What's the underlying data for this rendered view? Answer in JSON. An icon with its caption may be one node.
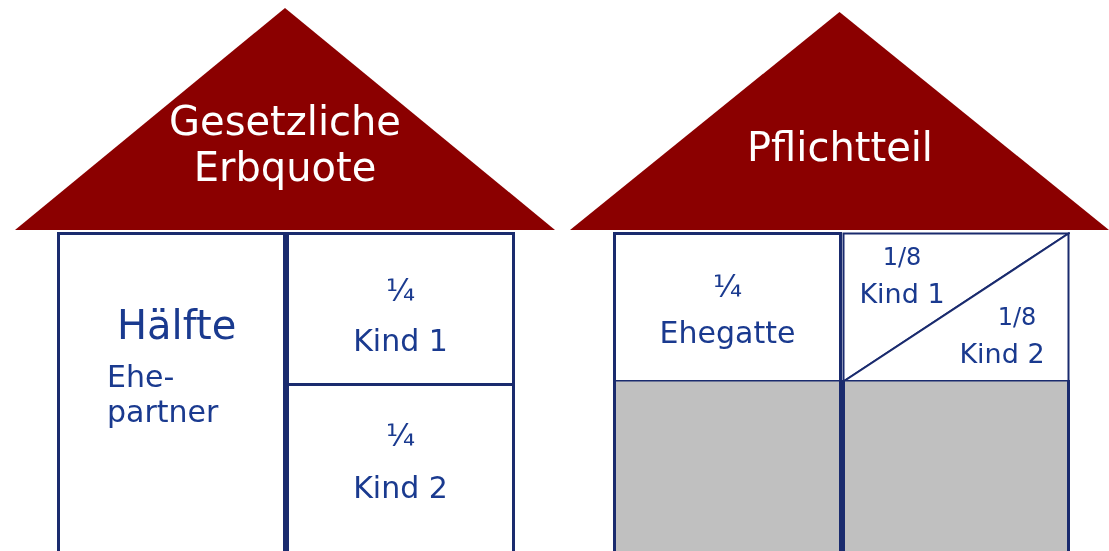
{
  "diagram": {
    "nodes": [
      {
        "text": [
          "Gesetzliche Erbquote"
        ]
      },
      {
        "text": [
          "Hälfte",
          "Ehe- partner"
        ]
      },
      {
        "text": [
          "¼",
          "Kind 1"
        ]
      },
      {
        "text": [
          "¼",
          "Kind 2"
        ]
      },
      {
        "text": [
          "Pflichtteil"
        ]
      },
      {
        "text": [
          "¼",
          "Ehegatte"
        ]
      },
      {
        "text": [
          "1/8",
          "Kind 1"
        ]
      },
      {
        "text": [
          "1/8",
          "Kind 2"
        ]
      },
      {
        "text": [],
        "shape": "box"
      },
      {
        "text": [],
        "shape": "box"
      }
    ]
  }
}
